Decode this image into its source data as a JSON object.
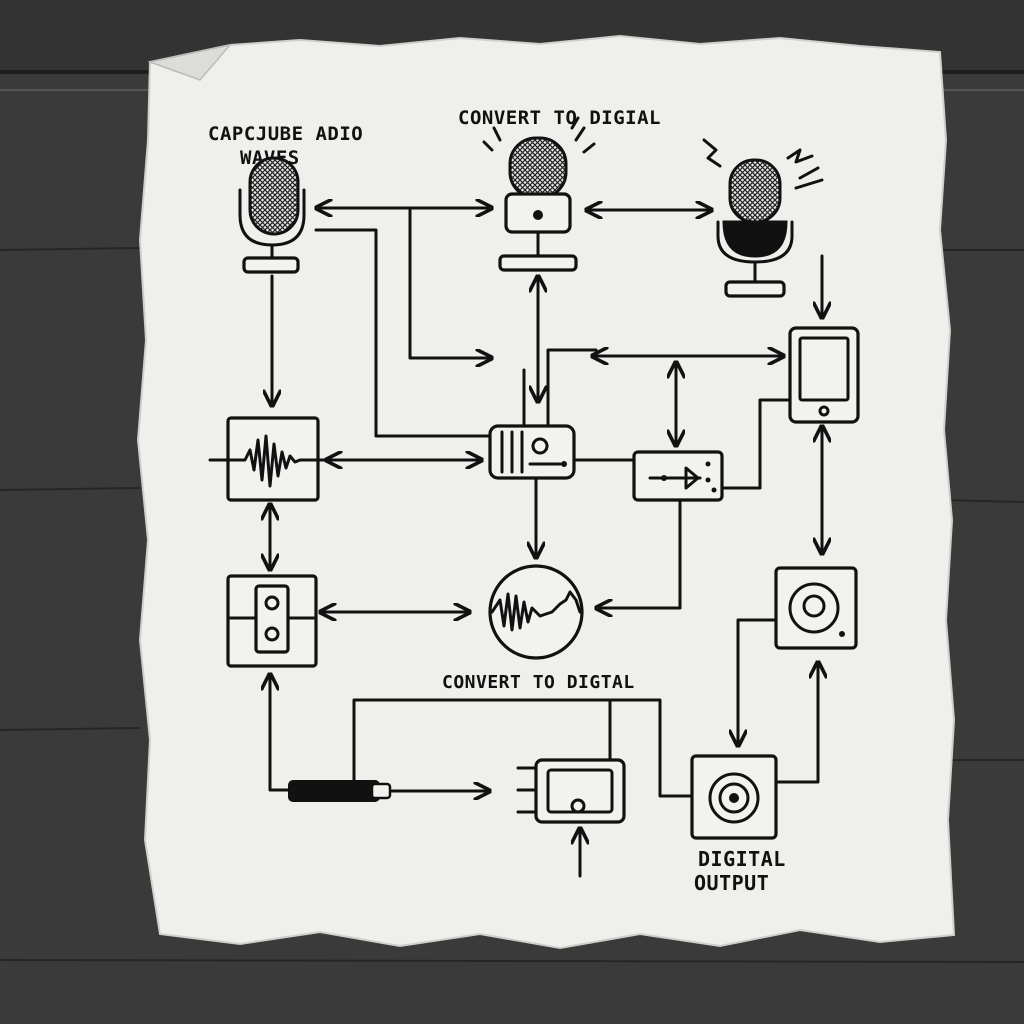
{
  "labels": {
    "capture_line1": "CAPCJUBE ADIO",
    "capture_line2": "WAVES",
    "convert_top": "CONVERT TO DIGIAL",
    "convert_mid": "CONVERT TO DIGTAL",
    "digital_output_line1": "DIGITAL",
    "digital_output_line2": "OUTPUT"
  },
  "colors": {
    "wood": "#3a3a3a",
    "paper": "#efefec",
    "ink": "#111111"
  },
  "icons": [
    "microphone-icon",
    "waveform-icon",
    "cassette-icon",
    "tablet-icon",
    "speaker-icon",
    "cable-icon",
    "converter-icon"
  ]
}
